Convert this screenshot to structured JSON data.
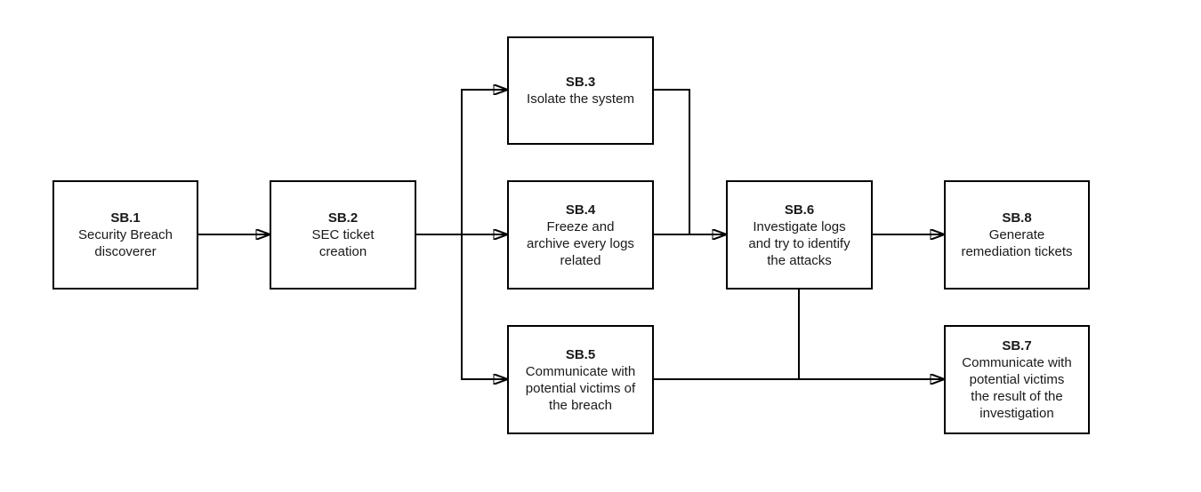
{
  "diagram": {
    "type": "flowchart",
    "background_color": "#ffffff",
    "line_color": "#000000",
    "nodes": {
      "sb1": {
        "title": "SB.1",
        "body": "Security Breach\ndiscoverer"
      },
      "sb2": {
        "title": "SB.2",
        "body": "SEC ticket\ncreation"
      },
      "sb3": {
        "title": "SB.3",
        "body": "Isolate the system"
      },
      "sb4": {
        "title": "SB.4",
        "body": "Freeze and\narchive every logs\nrelated"
      },
      "sb5": {
        "title": "SB.5",
        "body": "Communicate with\npotential victims of\nthe breach"
      },
      "sb6": {
        "title": "SB.6",
        "body": "Investigate logs\nand try to identify\nthe attacks"
      },
      "sb7": {
        "title": "SB.7",
        "body": "Communicate with\npotential victims\nthe result of the\ninvestigation"
      },
      "sb8": {
        "title": "SB.8",
        "body": "Generate\nremediation tickets"
      }
    },
    "edges": [
      {
        "from": "SB.1",
        "to": "SB.2"
      },
      {
        "from": "SB.2",
        "to": "SB.3"
      },
      {
        "from": "SB.2",
        "to": "SB.4"
      },
      {
        "from": "SB.2",
        "to": "SB.5"
      },
      {
        "from": "SB.3",
        "to": "SB.6"
      },
      {
        "from": "SB.4",
        "to": "SB.6"
      },
      {
        "from": "SB.6",
        "to": "SB.8"
      },
      {
        "from": "SB.5",
        "to": "SB.7"
      },
      {
        "from": "SB.6",
        "to": "SB.7"
      }
    ]
  }
}
